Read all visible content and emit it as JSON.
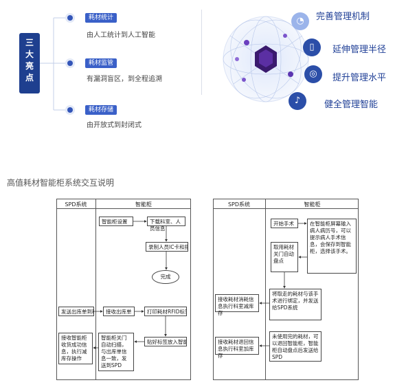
{
  "highlights": {
    "title_lines": [
      "三",
      "大",
      "亮",
      "点"
    ],
    "items": [
      {
        "badge": "耗材统计",
        "desc": "由人工统计到人工智能"
      },
      {
        "badge": "耗材监管",
        "desc": "有漏洞盲区，到全程追溯"
      },
      {
        "badge": "耗材存储",
        "desc": "由开放式到封闭式"
      }
    ]
  },
  "features": [
    {
      "icon": "pie-chart-icon",
      "label": "完善管理机制"
    },
    {
      "icon": "book-icon",
      "label": "延伸管理半径"
    },
    {
      "icon": "globe-icon",
      "label": "提升管理水平"
    },
    {
      "icon": "bell-icon",
      "label": "健全管理智能"
    }
  ],
  "section_title": "高值耗材智能柜系统交互说明",
  "flow_left": {
    "col_spd": "SPD系统",
    "col_cabinet": "智能柜",
    "boxes": {
      "cabinet_settings": "智能柜设置",
      "download_staff": "下载科室、人员信息",
      "record_staff_card": "录制人员IC卡和指纹",
      "done": "完成",
      "send_outbound": "发送出库单到科室",
      "receive_outbound": "接收出库单",
      "print_rfid": "打印耗材RFID标签",
      "attach_label": "贴好标签放入智能柜",
      "auto_scan": "智能柜关门自动扫描，与出库单信息一致，发送到SPD",
      "receive_cabinet": "接收智能柜收货成功信息，执行减库存操作"
    }
  },
  "flow_right": {
    "col_spd": "SPD系统",
    "col_cabinet": "智能柜",
    "boxes": {
      "start_surgery": "开始手术",
      "screen_input": "在智能柜屏幕输入病人病历号，可以提示病人手术信息，会保存到智能柜，选择该手术。",
      "take_material": "取用耗材关门自动盘点",
      "bind_surgery": "将取走的耗材与该手术进行绑定，并发送给SPD系统",
      "receive_consume": "接收耗材消耗信息执行科室减库存",
      "return_unused": "未使用完的耗材，可以退回智能柜，智能柜自动盘点后发送给SPD",
      "receive_return": "接收耗材退回信息执行科室加库存"
    }
  }
}
